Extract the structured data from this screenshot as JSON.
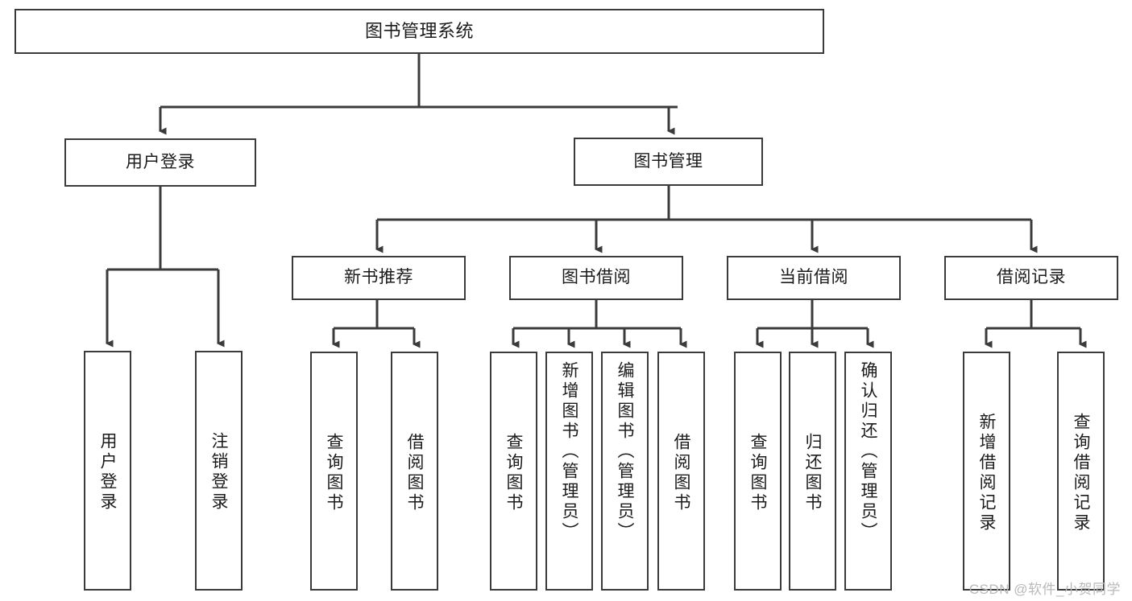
{
  "diagram": {
    "type": "tree-hierarchy-chart",
    "title": "图书管理系统",
    "line_color": "#3b3b3b",
    "box_fill": "#ffffff",
    "text_color": "#1b1b1b",
    "root": {
      "label": "图书管理系统"
    },
    "level1": [
      {
        "label": "用户登录"
      },
      {
        "label": "图书管理"
      }
    ],
    "level2": [
      {
        "label": "新书推荐"
      },
      {
        "label": "图书借阅"
      },
      {
        "label": "当前借阅"
      },
      {
        "label": "借阅记录"
      }
    ],
    "leaves": {
      "user_login": [
        {
          "label": "用户登录"
        },
        {
          "label": "注销登录"
        }
      ],
      "new_book_recommend": [
        {
          "label": "查询图书"
        },
        {
          "label": "借阅图书"
        }
      ],
      "book_borrow": [
        {
          "label": "查询图书"
        },
        {
          "label": "新增图书（管理员）"
        },
        {
          "label": "编辑图书（管理员）"
        },
        {
          "label": "借阅图书"
        }
      ],
      "current_borrow": [
        {
          "label": "查询图书"
        },
        {
          "label": "归还图书"
        },
        {
          "label": "确认归还（管理员）"
        }
      ],
      "borrow_record": [
        {
          "label": "新增借阅记录"
        },
        {
          "label": "查询借阅记录"
        }
      ]
    }
  },
  "watermark": {
    "text": "CSDN @软件_小贺同学"
  }
}
